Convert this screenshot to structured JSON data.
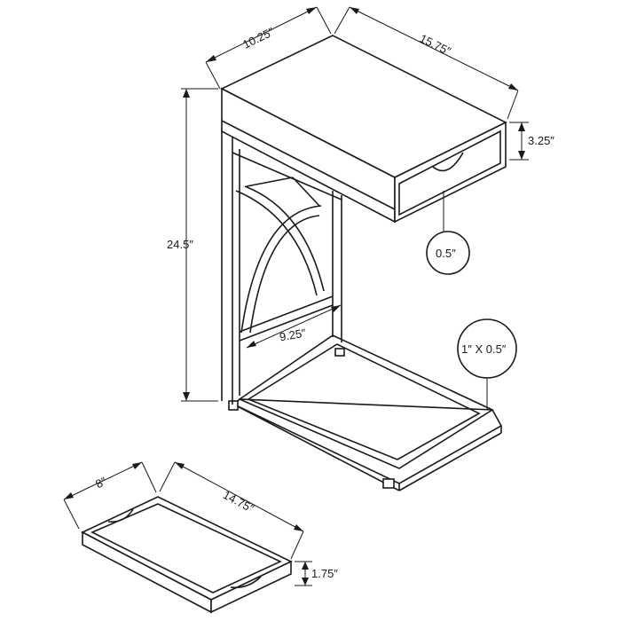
{
  "table": {
    "top_depth": "10.25″",
    "top_width": "15.75″",
    "height": "24.5″",
    "drawer_height": "3.25″",
    "panel_thickness": "0.5″",
    "inner_span": "9.25″",
    "frame_tube": "1″ X 0.5″"
  },
  "tray": {
    "depth": "8″",
    "width": "14.75″",
    "height": "1.75″"
  }
}
